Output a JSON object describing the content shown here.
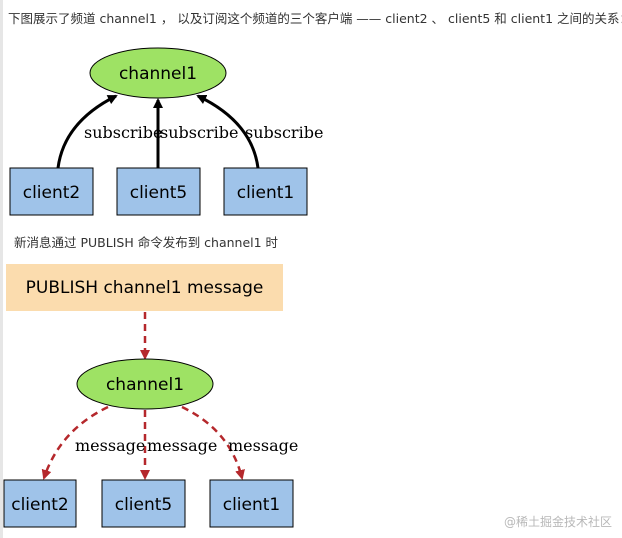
{
  "intro_text": "下图展示了频道 channel1 ， 以及订阅这个频道的三个客户端 —— client2 、 client5 和 client1 之间的关系：",
  "caption_text": "新消息通过 PUBLISH 命令发布到 channel1 时",
  "colors": {
    "channel_fill": "#9ee264",
    "client_fill": "#9fc3e9",
    "publish_fill": "#fbdcae",
    "publish_arrow": "#b5282c",
    "subscribe_arrow": "#000000"
  },
  "diagram1": {
    "channel_label": "channel1",
    "clients": [
      "client2",
      "client5",
      "client1"
    ],
    "edge_label": "subscribe"
  },
  "diagram2": {
    "publish_command": "PUBLISH channel1 message",
    "channel_label": "channel1",
    "clients": [
      "client2",
      "client5",
      "client1"
    ],
    "edge_label": "message"
  },
  "watermark": "@稀土掘金技术社区"
}
